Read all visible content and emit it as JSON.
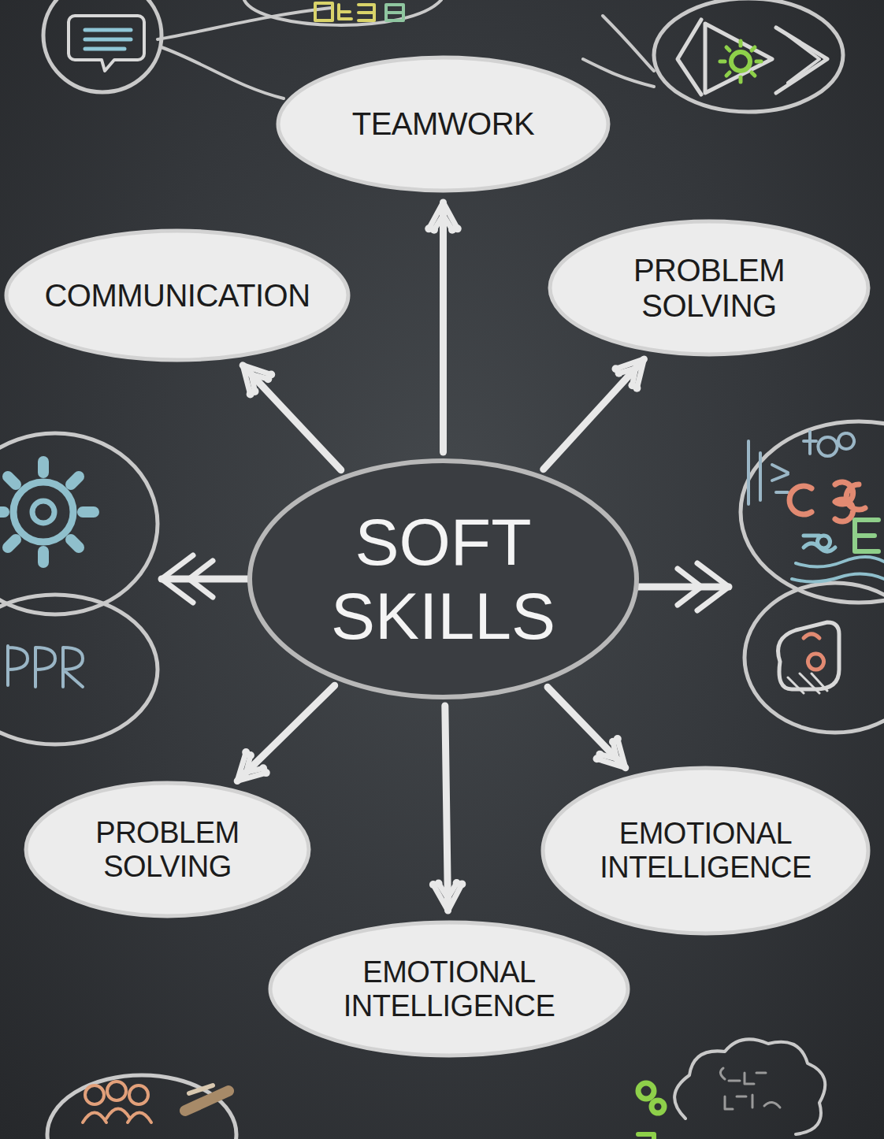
{
  "diagram": {
    "nodes": [
      {
        "text": [
          "TEAMWORK"
        ]
      },
      {
        "text": [
          "COMMUNICATION"
        ]
      },
      {
        "text": [
          "PROBLEM SOLVING"
        ]
      },
      {
        "text": [
          "SOFT SKILLS"
        ]
      },
      {
        "text": [
          "PROBLEM SOLVING"
        ]
      },
      {
        "text": [
          "EMOTIONAL INTELLIGENCE"
        ]
      },
      {
        "text": [
          "EMOTIONAL INTELLIGENCE"
        ]
      }
    ],
    "edges": [
      {
        "from": 3,
        "to": 0,
        "arrow": "to"
      },
      {
        "from": 3,
        "to": 1,
        "arrow": "to"
      },
      {
        "from": 3,
        "to": 2,
        "arrow": "to"
      },
      {
        "from": 3,
        "to": 4,
        "arrow": "to"
      },
      {
        "from": 3,
        "to": 5,
        "arrow": "to"
      },
      {
        "from": 3,
        "to": 6,
        "arrow": "to"
      }
    ]
  }
}
